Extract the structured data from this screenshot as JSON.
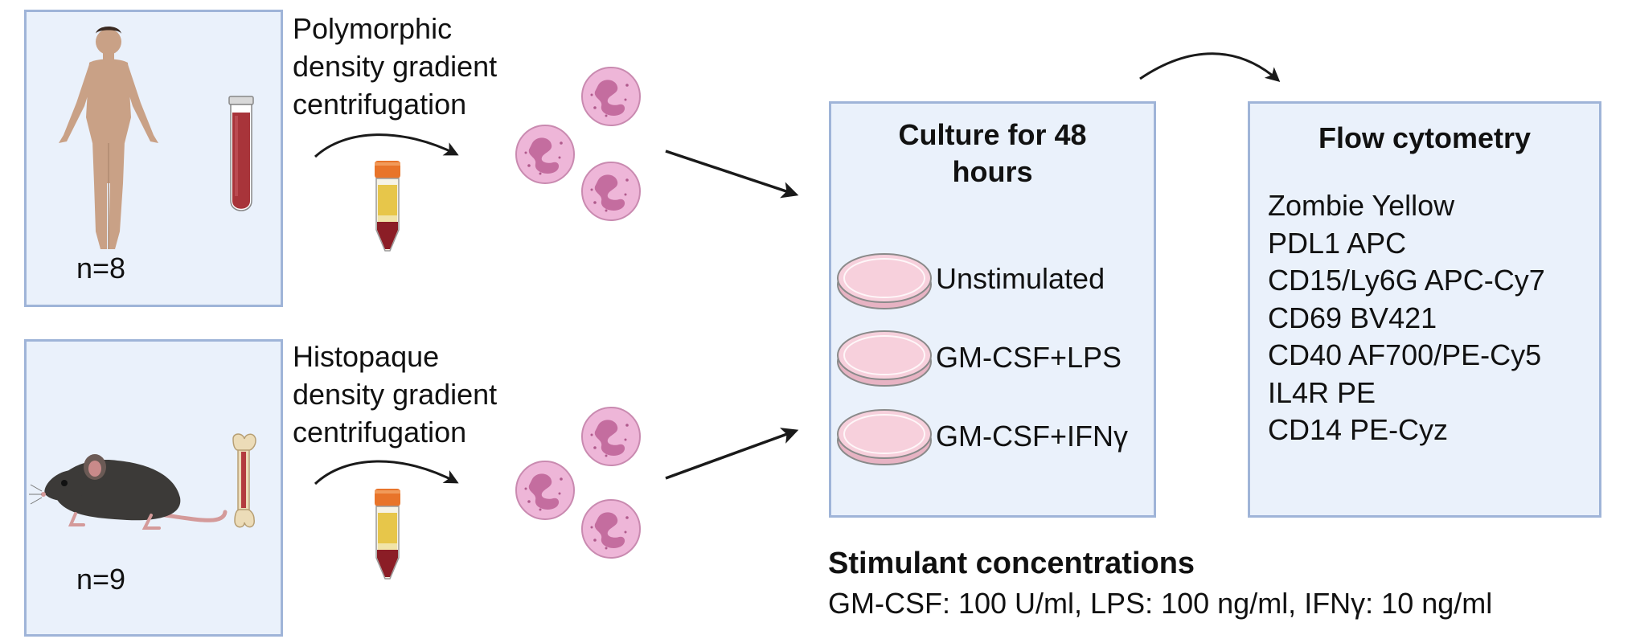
{
  "sources": [
    {
      "organism": "human",
      "n_label": "n=8",
      "sample_type": "blood",
      "method_lines": [
        "Polymorphic",
        "density gradient",
        "centrifugation"
      ]
    },
    {
      "organism": "mouse",
      "n_label": "n=9",
      "sample_type": "bone marrow",
      "method_lines": [
        "Histopaque",
        "density gradient",
        "centrifugation"
      ]
    }
  ],
  "culture": {
    "title_lines": [
      "Culture for 48",
      "hours"
    ],
    "conditions": [
      "Unstimulated",
      "GM-CSF+LPS",
      "GM-CSF+IFNγ"
    ]
  },
  "flow": {
    "title": "Flow cytometry",
    "markers": [
      "Zombie Yellow",
      "PDL1 APC",
      "CD15/Ly6G APC-Cy7",
      "CD69 BV421",
      "CD40 AF700/PE-Cy5",
      "IL4R PE",
      "CD14 PE-Cyz"
    ]
  },
  "note": {
    "title": "Stimulant concentrations",
    "text": "GM-CSF: 100 U/ml, LPS: 100 ng/ml, IFNγ: 10 ng/ml"
  },
  "colors": {
    "box_fill": "#eaf1fb",
    "box_border": "#9fb4d8",
    "neutrophil_cell": "#eeb6d8",
    "neutrophil_nucleus": "#c46d9f",
    "blood": "#a8343a",
    "tube_cap": "#e8742a",
    "dish_fill": "#f7d0dc",
    "mouse_body": "#3c3a38",
    "human_skin": "#c9a186"
  }
}
